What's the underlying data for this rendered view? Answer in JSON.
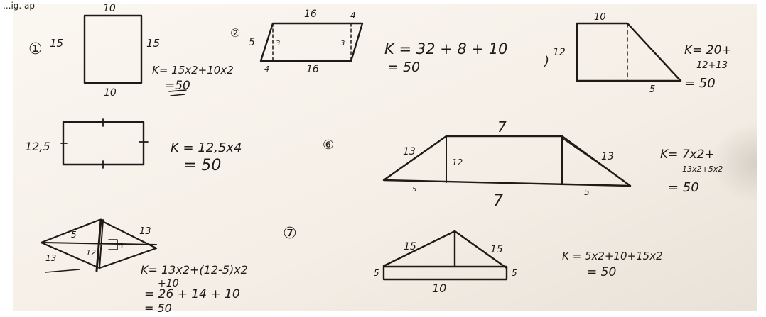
{
  "caption_fragment": "...ig. ap",
  "figures": [
    {
      "id": "rectangle",
      "marker": "①",
      "labels": {
        "top": "10",
        "left": "15",
        "right": "15",
        "bottom": "10"
      },
      "work": [
        "K= 15x2+10x2",
        "=50"
      ]
    },
    {
      "id": "parallelogram",
      "marker": "②",
      "labels": {
        "top": "16",
        "top_right": "4",
        "left": "5",
        "inner_left": "3",
        "inner_right": "3",
        "bottom_left": "4",
        "bottom": "16"
      },
      "work": [
        "K = 32 + 8 + 10",
        "= 50"
      ]
    },
    {
      "id": "right-trapezoid",
      "marker": ")",
      "labels": {
        "top": "10",
        "left": "12",
        "bottom_right": "5"
      },
      "work": [
        "K= 20+",
        "12+13",
        "= 50"
      ]
    },
    {
      "id": "square",
      "marker": "",
      "labels": {
        "left": "12,5"
      },
      "work": [
        "K = 12,5x4",
        "= 50"
      ]
    },
    {
      "id": "isosceles-trapezoid",
      "marker": "⑥",
      "labels": {
        "top": "7",
        "left_slant": "13",
        "height": "12",
        "right_slant": "13",
        "bottom_left": "5",
        "bottom": "7",
        "bottom_right": "5"
      },
      "work": [
        "K= 7x2+",
        "13x2+5x2",
        "= 50"
      ]
    },
    {
      "id": "kite",
      "marker": "⑦",
      "labels": {
        "top_left": "5",
        "top_right": "13",
        "inner": "12",
        "inner_small": "5",
        "bottom_left": "13"
      },
      "work": [
        "K= 13x2+(12-5)x2",
        "+10",
        "= 26 + 14 + 10",
        "= 50"
      ]
    },
    {
      "id": "house",
      "marker": "",
      "labels": {
        "roof_left": "15",
        "roof_right": "15",
        "left": "5",
        "right": "5",
        "bottom": "10"
      },
      "work": [
        "K = 5x2+10+15x2",
        "= 50"
      ]
    }
  ]
}
